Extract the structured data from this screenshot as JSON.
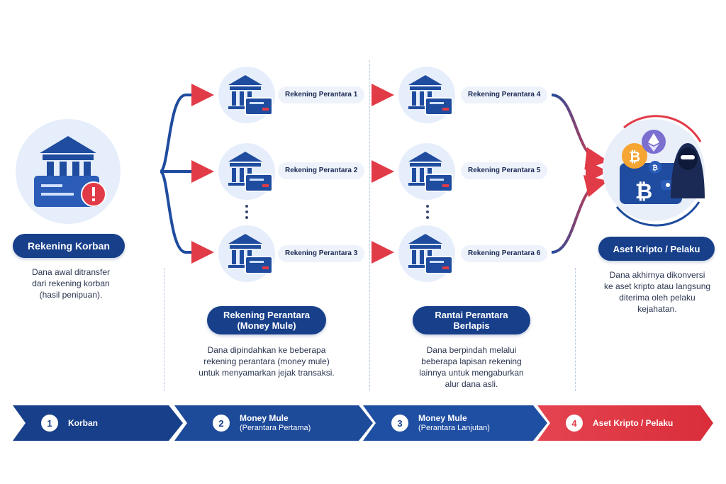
{
  "victim": {
    "title": "Rekening Korban",
    "desc": [
      "Dana awal ditransfer",
      "dari rekening korban",
      "(hasil penipuan)."
    ]
  },
  "accounts": [
    {
      "label": "Rekening Perantara 1"
    },
    {
      "label": "Rekening Perantara 2"
    },
    {
      "label": "Rekening Perantara 3"
    },
    {
      "label": "Rekening Perantara 4"
    },
    {
      "label": "Rekening Perantara 5"
    },
    {
      "label": "Rekening Perantara 6"
    }
  ],
  "stage2": {
    "title": [
      "Rekening Perantara",
      "(Money Mule)"
    ],
    "desc": [
      "Dana dipindahkan ke beberapa",
      "rekening perantara (money mule)",
      "untuk menyamarkan jejak transaksi."
    ]
  },
  "stage3": {
    "title": [
      "Rantai Perantara",
      "Berlapis"
    ],
    "desc": [
      "Dana berpindah melalui",
      "beberapa lapisan rekening",
      "lainnya untuk mengaburkan",
      "alur dana asli."
    ]
  },
  "final": {
    "title": "Aset Kripto / Pelaku",
    "desc": [
      "Dana akhirnya dikonversi",
      "ke aset kripto atau langsung",
      "diterima oleh pelaku",
      "kejahatan."
    ]
  },
  "steps": [
    {
      "num": "1",
      "label": "Korban",
      "sub": ""
    },
    {
      "num": "2",
      "label": "Money Mule",
      "sub": "(Perantara Pertama)"
    },
    {
      "num": "3",
      "label": "Money Mule",
      "sub": "(Perantara Lanjutan)"
    },
    {
      "num": "4",
      "label": "Aset Kripto / Pelaku",
      "sub": ""
    }
  ],
  "colors": {
    "navy": "#173f8a",
    "red": "#e23b48",
    "light": "#e6eefb",
    "bitcoin": "#f4a532",
    "ethereum": "#7b6fd0"
  },
  "icons": [
    "bank-icon",
    "card-icon",
    "alert-icon",
    "bitcoin-icon",
    "ethereum-icon",
    "wallet-icon",
    "hacker-icon",
    "arrow-icon"
  ]
}
